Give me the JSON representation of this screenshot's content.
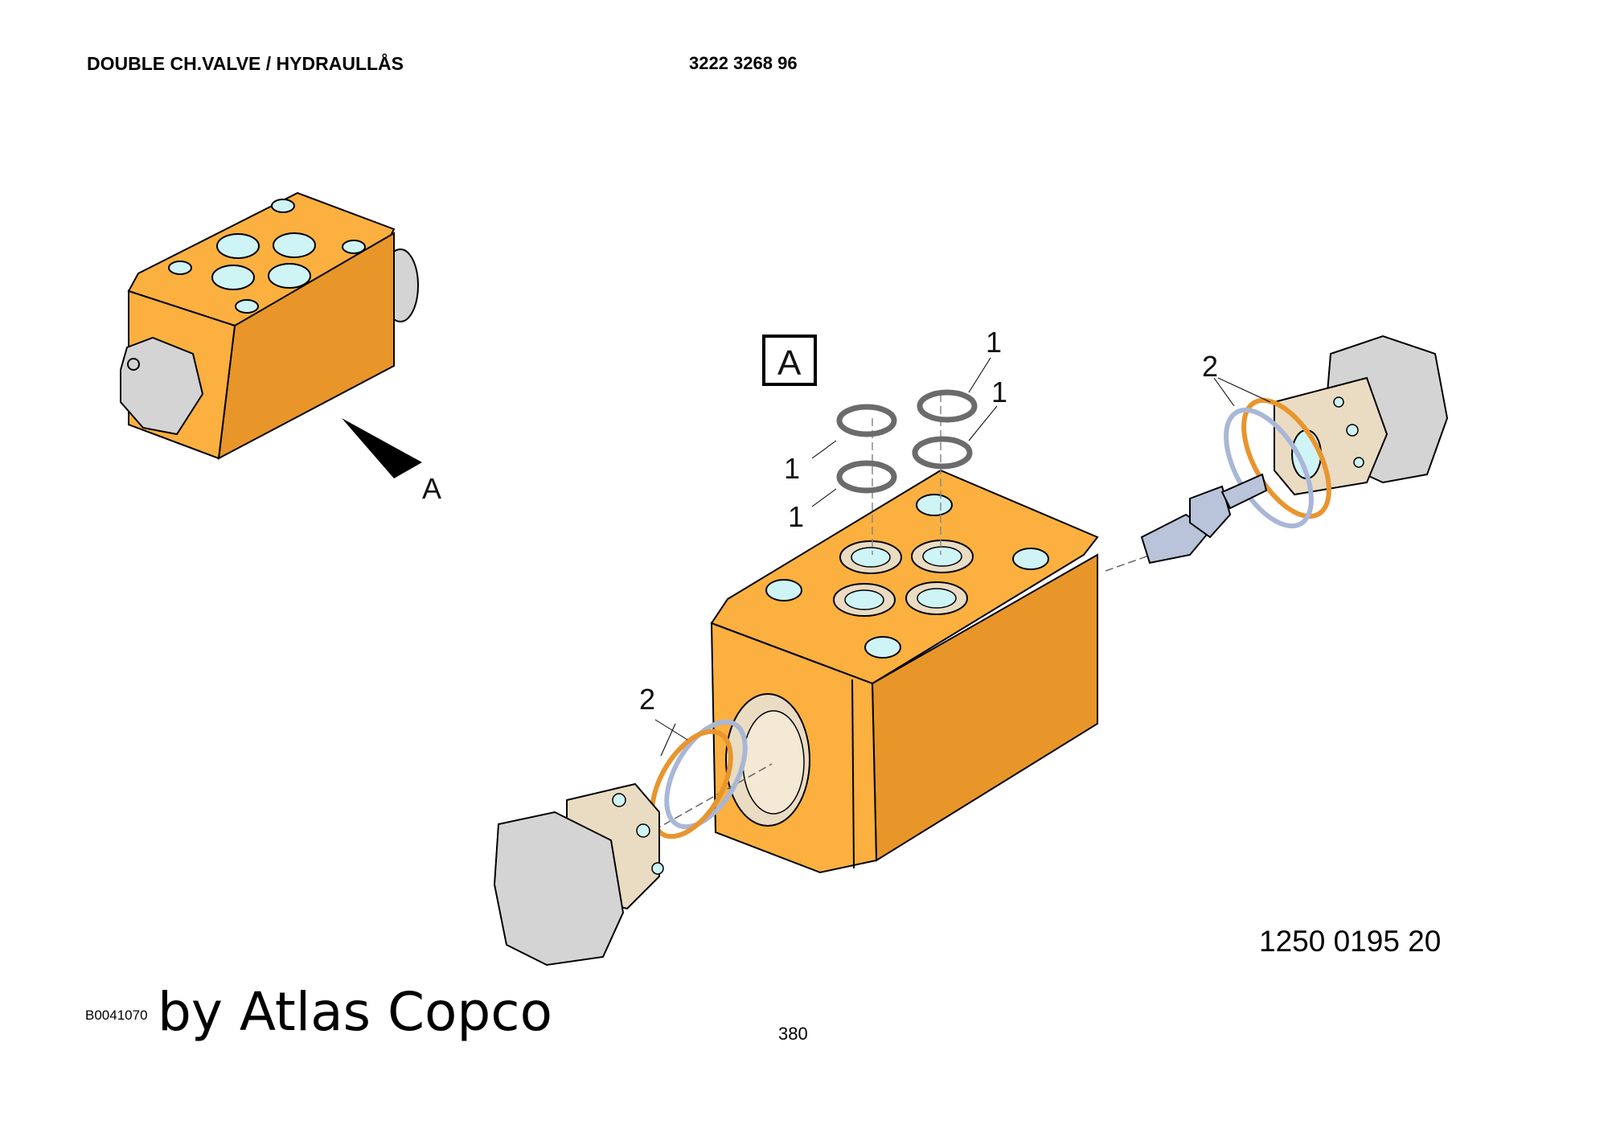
{
  "header": {
    "title": "DOUBLE CH.VALVE / HYDRAULLÅS",
    "part_number": "3222 3268 96"
  },
  "callouts": {
    "view": "A",
    "view_box": "A",
    "seal_1": "1",
    "seal_2": "2"
  },
  "footer": {
    "code": "B0041070",
    "brand": "by Atlas Copco",
    "page": "380",
    "reference": "1250 0195 20"
  },
  "colors": {
    "body": "#FBB040",
    "body_shadow": "#E8962A",
    "port": "#CFF4F6",
    "plug": "#D4D4D4",
    "thread": "#EADCC3",
    "oring_orange": "#E8952E",
    "oring_blue": "#A9B7D6",
    "oring_grey": "#6B6B6B"
  }
}
